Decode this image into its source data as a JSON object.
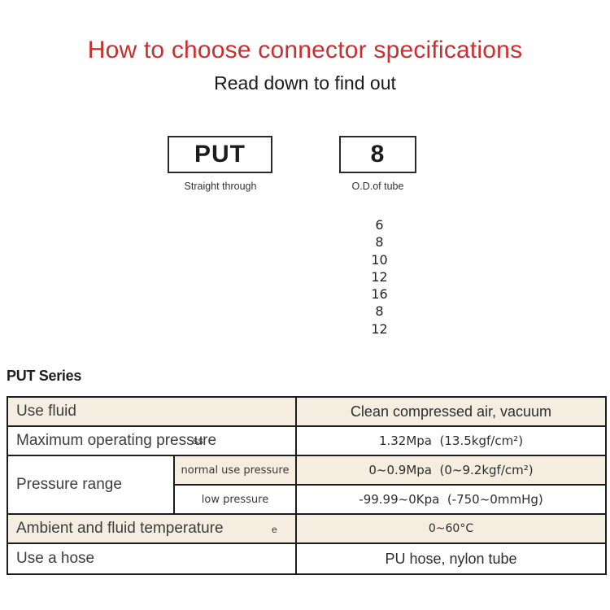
{
  "header": {
    "title": "How to choose connector specifications",
    "subtitle": "Read down to find out"
  },
  "selector": {
    "model_box": {
      "label": "PUT",
      "caption": "Straight through"
    },
    "size_box": {
      "label": "8",
      "caption": "O.D.of tube"
    },
    "size_options": [
      "6",
      "8",
      "10",
      "12",
      "16",
      "8",
      "12"
    ]
  },
  "series": {
    "heading": "PUT Series"
  },
  "spec_table": {
    "use_fluid": {
      "label": "Use fluid",
      "value": "Clean compressed air, vacuum"
    },
    "max_pressure": {
      "label": "Maximum operating pressure",
      "overlap_artifact": "ss",
      "value": "1.32Mpa  (13.5kgf/cm²)"
    },
    "pressure_range": {
      "label": "Pressure range",
      "normal": {
        "sub_label": "normal use pressure",
        "value": "0~0.9Mpa  (0~9.2kgf/cm²)"
      },
      "low": {
        "sub_label": "low pressure",
        "value": "-99.99~0Kpa  (-750~0mmHg)"
      }
    },
    "temperature": {
      "label": "Ambient and fluid temperature",
      "overlap_artifact": "e",
      "value": "0~60°C"
    },
    "hose": {
      "label": "Use a hose",
      "value": "PU hose, nylon tube"
    }
  },
  "colors": {
    "accent_red": "#cb2f2f",
    "table_shade": "#f5eddf",
    "table_border": "#1c1c1c"
  }
}
